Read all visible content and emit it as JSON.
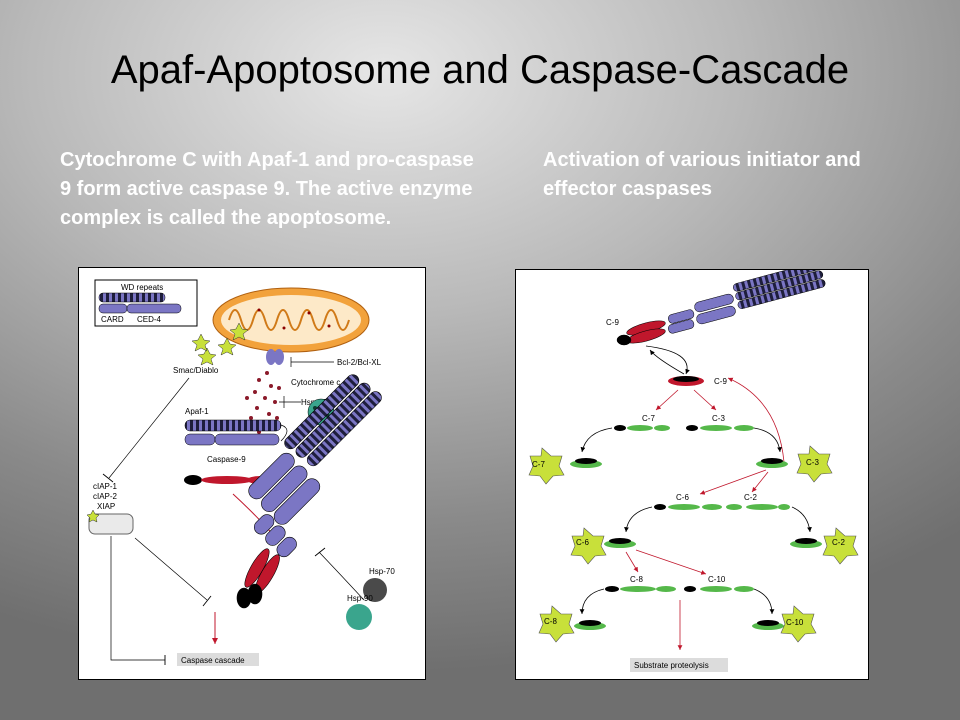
{
  "title": "Apaf-Apoptosome and Caspase-Cascade",
  "captions": {
    "left": "Cytochrome C with Apaf-1 and pro-caspase 9 form active caspase 9. The active enzyme complex is called the apoptosome.",
    "right": "Activation of various initiator and effector caspases"
  },
  "left_figure": {
    "legend": {
      "wd": "WD repeats",
      "card": "CARD",
      "ced": "CED-4"
    },
    "labels": {
      "smac": "Smac/Diablo",
      "bcl": "Bcl-2/Bcl-XL",
      "cytc": "Cytochrome c",
      "hsp27": "Hsp-27",
      "apaf": "Apaf-1",
      "casp9": "Caspase-9",
      "ciap1": "cIAP-1",
      "ciap2": "cIAP-2",
      "xiap": "XIAP",
      "hsp70": "Hsp-70",
      "hsp90": "Hsp-90",
      "cascade": "Caspase cascade"
    }
  },
  "right_figure": {
    "labels": {
      "c9a": "C-9",
      "c9b": "C-9",
      "c7": "C-7",
      "c3": "C-3",
      "c7s": "C-7",
      "c3s": "C-3",
      "c6": "C-6",
      "c2": "C-2",
      "c6s": "C-6",
      "c2s": "C-2",
      "c8": "C-8",
      "c10": "C-10",
      "c8s": "C-8",
      "c10s": "C-10",
      "substrate": "Substrate proteolysis"
    }
  },
  "colors": {
    "purple": "#7b76c4",
    "red": "#c0172c",
    "green": "#55b84a",
    "star": "#c8e03a",
    "mito": "#f2a23c",
    "hsp_teal": "#3aa58d",
    "hsp_gray": "#4a4a4a"
  }
}
